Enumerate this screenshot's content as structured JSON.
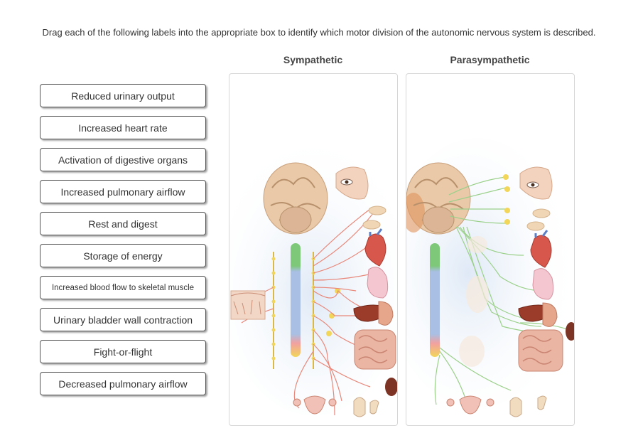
{
  "instructions": "Drag each of the following labels into the appropriate box to identify which motor division of the autonomic nervous system is described.",
  "columns": {
    "sympathetic": "Sympathetic",
    "parasympathetic": "Parasympathetic"
  },
  "labels": [
    "Reduced urinary output",
    "Increased heart rate",
    "Activation of digestive organs",
    "Increased pulmonary airflow",
    "Rest and digest",
    "Storage of energy",
    "Increased blood flow to skeletal muscle",
    "Urinary bladder wall contraction",
    "Fight-or-flight",
    "Decreased pulmonary airflow"
  ],
  "colors": {
    "spinal_cord_green": "#7ec87a",
    "spinal_cord_blue": "#a9bfe3",
    "sympathetic_nerve": "#e8877a",
    "parasympathetic_nerve": "#9bd08a",
    "ganglion_yellow": "#f2d65a",
    "brain": "#e9c9a8"
  }
}
